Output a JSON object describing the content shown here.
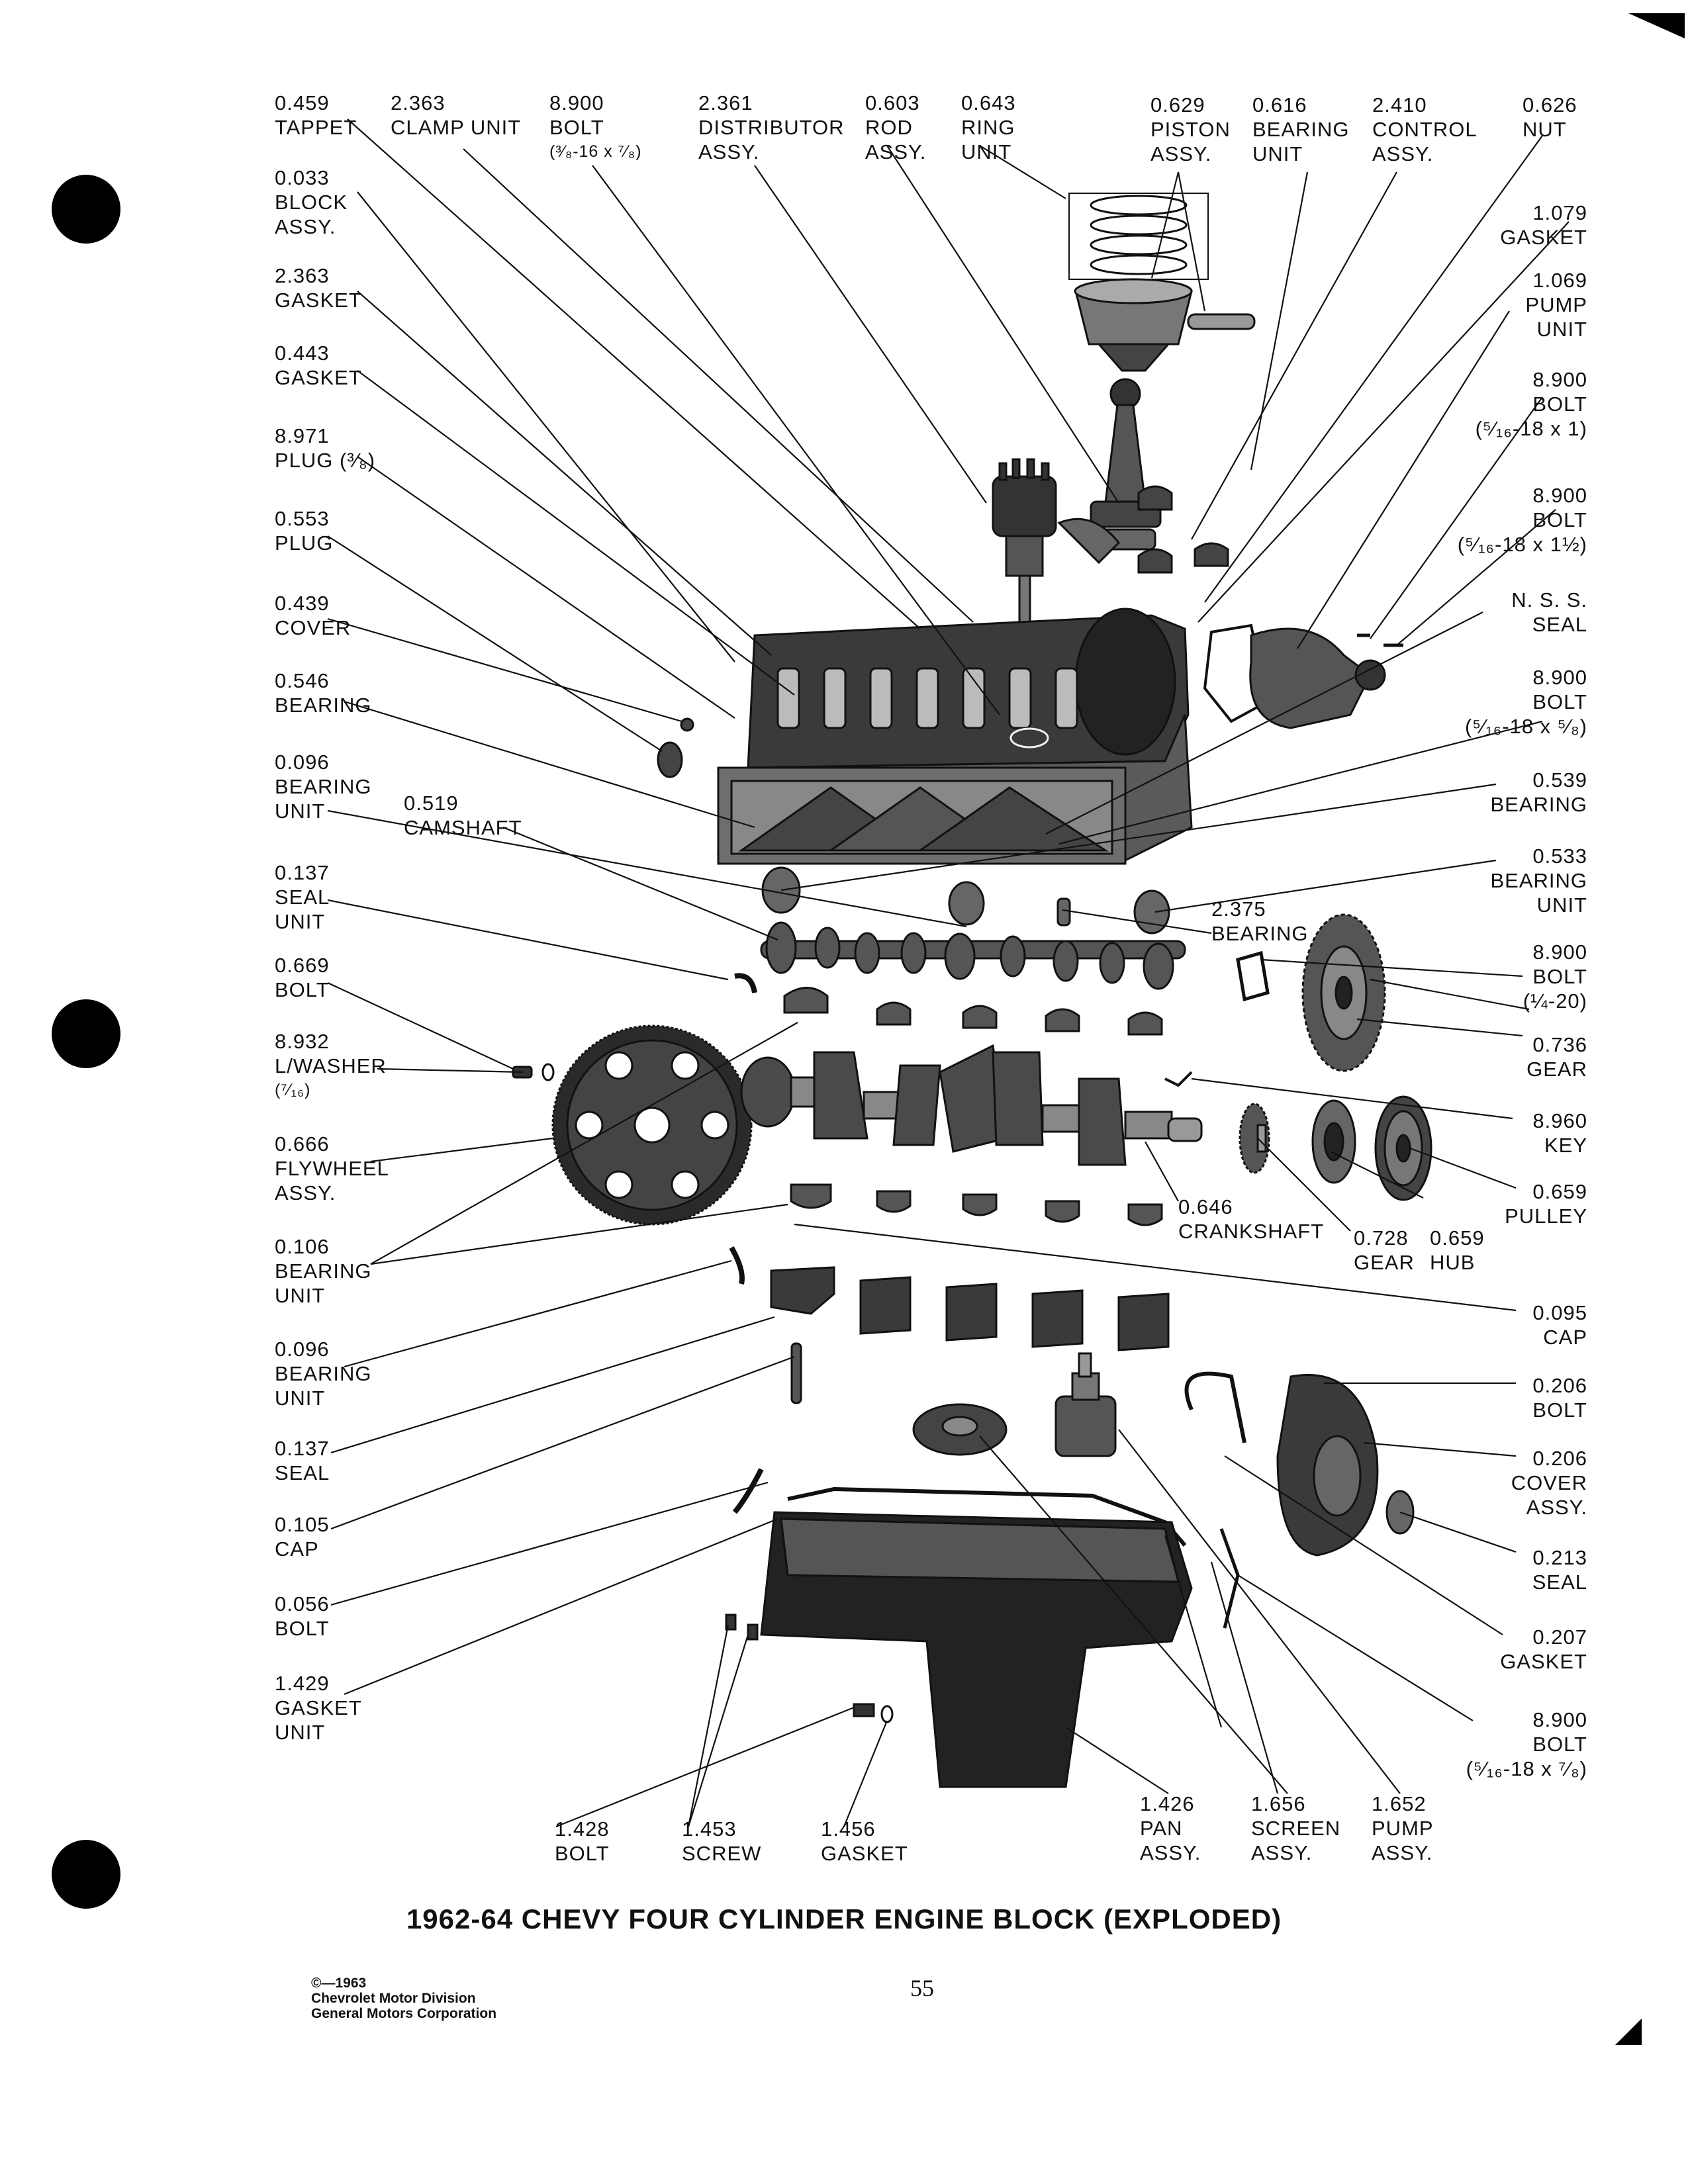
{
  "title": "1962-64 CHEVY FOUR CYLINDER ENGINE BLOCK (EXPLODED)",
  "page_number": "55",
  "copyright": [
    "©—1963",
    "Chevrolet Motor Division",
    "General Motors Corporation"
  ],
  "labels": [
    {
      "id": "tappet",
      "lines": [
        "0.459",
        "TAPPET"
      ]
    },
    {
      "id": "clamp-unit",
      "lines": [
        "2.363",
        "CLAMP UNIT"
      ]
    },
    {
      "id": "bolt-top",
      "lines": [
        "8.900",
        "BOLT",
        "(³⁄₈-16 x ⁷⁄₈)"
      ]
    },
    {
      "id": "distributor-assy",
      "lines": [
        "2.361",
        "DISTRIBUTOR",
        "ASSY."
      ]
    },
    {
      "id": "rod-assy",
      "lines": [
        "0.603",
        "ROD",
        "ASSY."
      ]
    },
    {
      "id": "ring-unit",
      "lines": [
        "0.643",
        "RING",
        "UNIT"
      ]
    },
    {
      "id": "piston-assy",
      "lines": [
        "0.629",
        "PISTON",
        "ASSY."
      ]
    },
    {
      "id": "bearing-unit-top",
      "lines": [
        "0.616",
        "BEARING",
        "UNIT"
      ]
    },
    {
      "id": "control-assy",
      "lines": [
        "2.410",
        "CONTROL",
        "ASSY."
      ]
    },
    {
      "id": "nut",
      "lines": [
        "0.626",
        "NUT"
      ]
    },
    {
      "id": "block-assy",
      "lines": [
        "0.033",
        "BLOCK",
        "ASSY."
      ]
    },
    {
      "id": "gasket-2363",
      "lines": [
        "2.363",
        "GASKET"
      ]
    },
    {
      "id": "gasket-0443",
      "lines": [
        "0.443",
        "GASKET"
      ]
    },
    {
      "id": "plug-38",
      "lines": [
        "8.971",
        "PLUG (³⁄₈)"
      ]
    },
    {
      "id": "plug-0553",
      "lines": [
        "0.553",
        "PLUG"
      ]
    },
    {
      "id": "cover-0439",
      "lines": [
        "0.439",
        "COVER"
      ]
    },
    {
      "id": "bearing-0546",
      "lines": [
        "0.546",
        "BEARING"
      ]
    },
    {
      "id": "bearing-unit-0096-top",
      "lines": [
        "0.096",
        "BEARING",
        "UNIT"
      ]
    },
    {
      "id": "camshaft",
      "lines": [
        "0.519",
        "CAMSHAFT"
      ]
    },
    {
      "id": "seal-unit-0137",
      "lines": [
        "0.137",
        "SEAL",
        "UNIT"
      ]
    },
    {
      "id": "bolt-0669",
      "lines": [
        "0.669",
        "BOLT"
      ]
    },
    {
      "id": "lwasher",
      "lines": [
        "8.932",
        "L/WASHER",
        "(⁷⁄₁₆)"
      ]
    },
    {
      "id": "flywheel-assy",
      "lines": [
        "0.666",
        "FLYWHEEL",
        "ASSY."
      ]
    },
    {
      "id": "bearing-unit-0106",
      "lines": [
        "0.106",
        "BEARING",
        "UNIT"
      ]
    },
    {
      "id": "bearing-unit-0096-bottom",
      "lines": [
        "0.096",
        "BEARING",
        "UNIT"
      ]
    },
    {
      "id": "seal-0137",
      "lines": [
        "0.137",
        "SEAL"
      ]
    },
    {
      "id": "cap-0105",
      "lines": [
        "0.105",
        "CAP"
      ]
    },
    {
      "id": "bolt-0056",
      "lines": [
        "0.056",
        "BOLT"
      ]
    },
    {
      "id": "gasket-unit-1429",
      "lines": [
        "1.429",
        "GASKET",
        "UNIT"
      ]
    },
    {
      "id": "gasket-1079",
      "lines": [
        "1.079",
        "GASKET"
      ]
    },
    {
      "id": "pump-unit-1069",
      "lines": [
        "1.069",
        "PUMP",
        "UNIT"
      ]
    },
    {
      "id": "bolt-516-1",
      "lines": [
        "8.900",
        "BOLT",
        "(⁵⁄₁₆-18 x 1)"
      ]
    },
    {
      "id": "bolt-516-112",
      "lines": [
        "8.900",
        "BOLT",
        "(⁵⁄₁₆-18 x 1½)"
      ]
    },
    {
      "id": "nss-seal",
      "lines": [
        "N. S. S.",
        "SEAL"
      ]
    },
    {
      "id": "bolt-516-58",
      "lines": [
        "8.900",
        "BOLT",
        "(⁵⁄₁₆-18 x ⁵⁄₈)"
      ]
    },
    {
      "id": "bearing-0539",
      "lines": [
        "0.539",
        "BEARING"
      ]
    },
    {
      "id": "bearing-unit-0533",
      "lines": [
        "0.533",
        "BEARING",
        "UNIT"
      ]
    },
    {
      "id": "bearing-2375",
      "lines": [
        "2.375",
        "BEARING"
      ]
    },
    {
      "id": "bolt-14-20",
      "lines": [
        "8.900",
        "BOLT",
        "(¼-20)"
      ]
    },
    {
      "id": "gear-0736",
      "lines": [
        "0.736",
        "GEAR"
      ]
    },
    {
      "id": "key-8960",
      "lines": [
        "8.960",
        "KEY"
      ]
    },
    {
      "id": "pulley",
      "lines": [
        "0.659",
        "PULLEY"
      ]
    },
    {
      "id": "crankshaft",
      "lines": [
        "0.646",
        "CRANKSHAFT"
      ]
    },
    {
      "id": "gear-0728",
      "lines": [
        "0.728",
        "GEAR"
      ]
    },
    {
      "id": "hub-0659",
      "lines": [
        "0.659",
        "HUB"
      ]
    },
    {
      "id": "cap-0095",
      "lines": [
        "0.095",
        "CAP"
      ]
    },
    {
      "id": "bolt-0206",
      "lines": [
        "0.206",
        "BOLT"
      ]
    },
    {
      "id": "cover-assy-0206",
      "lines": [
        "0.206",
        "COVER",
        "ASSY."
      ]
    },
    {
      "id": "seal-0213",
      "lines": [
        "0.213",
        "SEAL"
      ]
    },
    {
      "id": "gasket-0207",
      "lines": [
        "0.207",
        "GASKET"
      ]
    },
    {
      "id": "bolt-516-78",
      "lines": [
        "8.900",
        "BOLT",
        "(⁵⁄₁₆-18 x ⁷⁄₈)"
      ]
    },
    {
      "id": "bolt-1428",
      "lines": [
        "1.428",
        "BOLT"
      ]
    },
    {
      "id": "screw-1453",
      "lines": [
        "1.453",
        "SCREW"
      ]
    },
    {
      "id": "gasket-1456",
      "lines": [
        "1.456",
        "GASKET"
      ]
    },
    {
      "id": "pan-assy",
      "lines": [
        "1.426",
        "PAN",
        "ASSY."
      ]
    },
    {
      "id": "screen-assy",
      "lines": [
        "1.656",
        "SCREEN",
        "ASSY."
      ]
    },
    {
      "id": "pump-assy-1652",
      "lines": [
        "1.652",
        "PUMP",
        "ASSY."
      ]
    }
  ]
}
